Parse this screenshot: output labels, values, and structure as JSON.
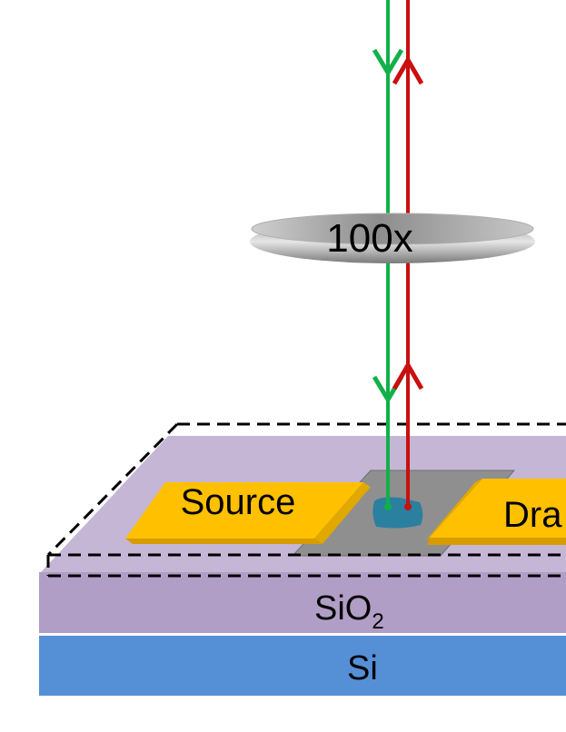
{
  "lens": {
    "label": "100x"
  },
  "electrodes": {
    "source_label": "Source",
    "drain_label": "Dra"
  },
  "layers": {
    "oxide_label": "SiO",
    "oxide_subscript": "2",
    "substrate_label": "Si"
  },
  "colors": {
    "incident_beam": "#12b04a",
    "reflected_beam": "#c8100e",
    "oxide_top": "#c5b6d6",
    "oxide_front": "#b19ec6",
    "substrate": "#5590d6",
    "electrode": "#ffc000",
    "electrode_dark": "#e1a800",
    "channel": "#8f8f8f",
    "sample_flake": "#2b7f9f"
  }
}
